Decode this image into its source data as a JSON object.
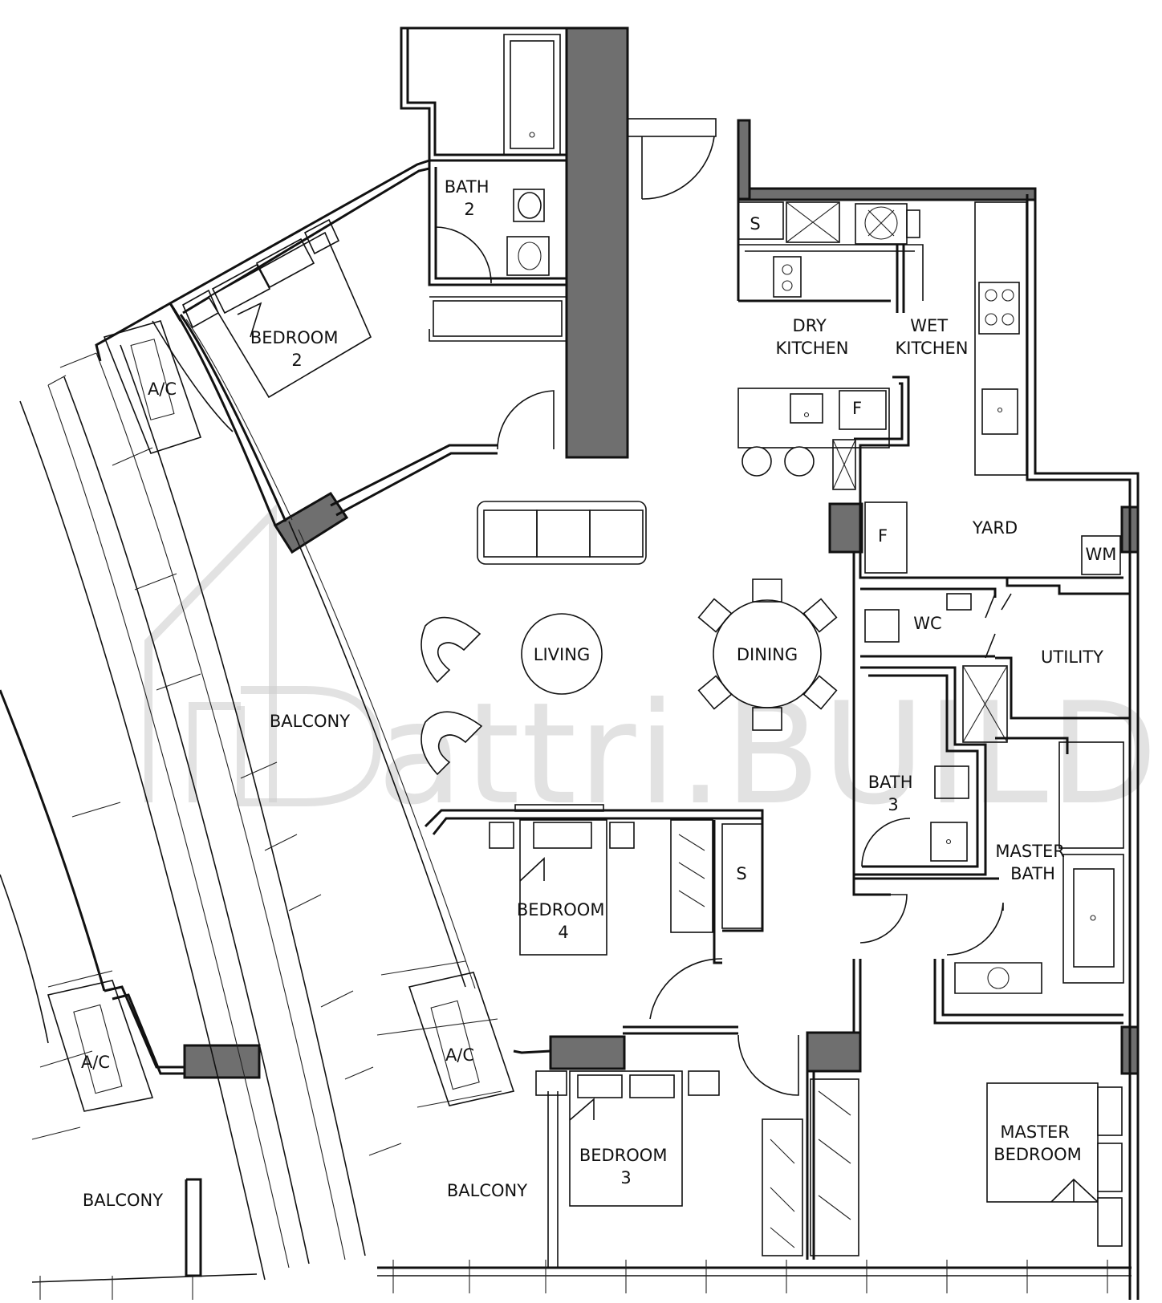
{
  "rooms": {
    "bath_2": [
      "BATH",
      "2"
    ],
    "bedroom_2": [
      "BEDROOM",
      "2"
    ],
    "ac_1": [
      "A/C"
    ],
    "dry_kitchen": [
      "DRY",
      "KITCHEN"
    ],
    "wet_kitchen": [
      "WET",
      "KITCHEN"
    ],
    "store_1": [
      "S"
    ],
    "fridge_1": [
      "F"
    ],
    "fridge_2": [
      "F"
    ],
    "yard": [
      "YARD"
    ],
    "washing_machine": [
      "WM"
    ],
    "wc": [
      "WC"
    ],
    "utility": [
      "UTILITY"
    ],
    "living": [
      "LIVING"
    ],
    "dining": [
      "DINING"
    ],
    "balcony_main": [
      "BALCONY"
    ],
    "bath_3": [
      "BATH",
      "3"
    ],
    "master_bath": [
      "MASTER",
      "BATH"
    ],
    "bedroom_4": [
      "BEDROOM",
      "4"
    ],
    "store_2": [
      "S"
    ],
    "ac_2": [
      "A/C"
    ],
    "ac_3": [
      "A/C"
    ],
    "bedroom_3": [
      "BEDROOM",
      "3"
    ],
    "master_bedroom": [
      "MASTER",
      "BEDROOM"
    ],
    "balcony_left": [
      "BALCONY"
    ],
    "balcony_mid": [
      "BALCONY"
    ]
  },
  "watermark": "attri.BUILD",
  "colors": {
    "column": "#6f6f6f",
    "line": "#111111",
    "watermark": "#cfcfcf"
  }
}
